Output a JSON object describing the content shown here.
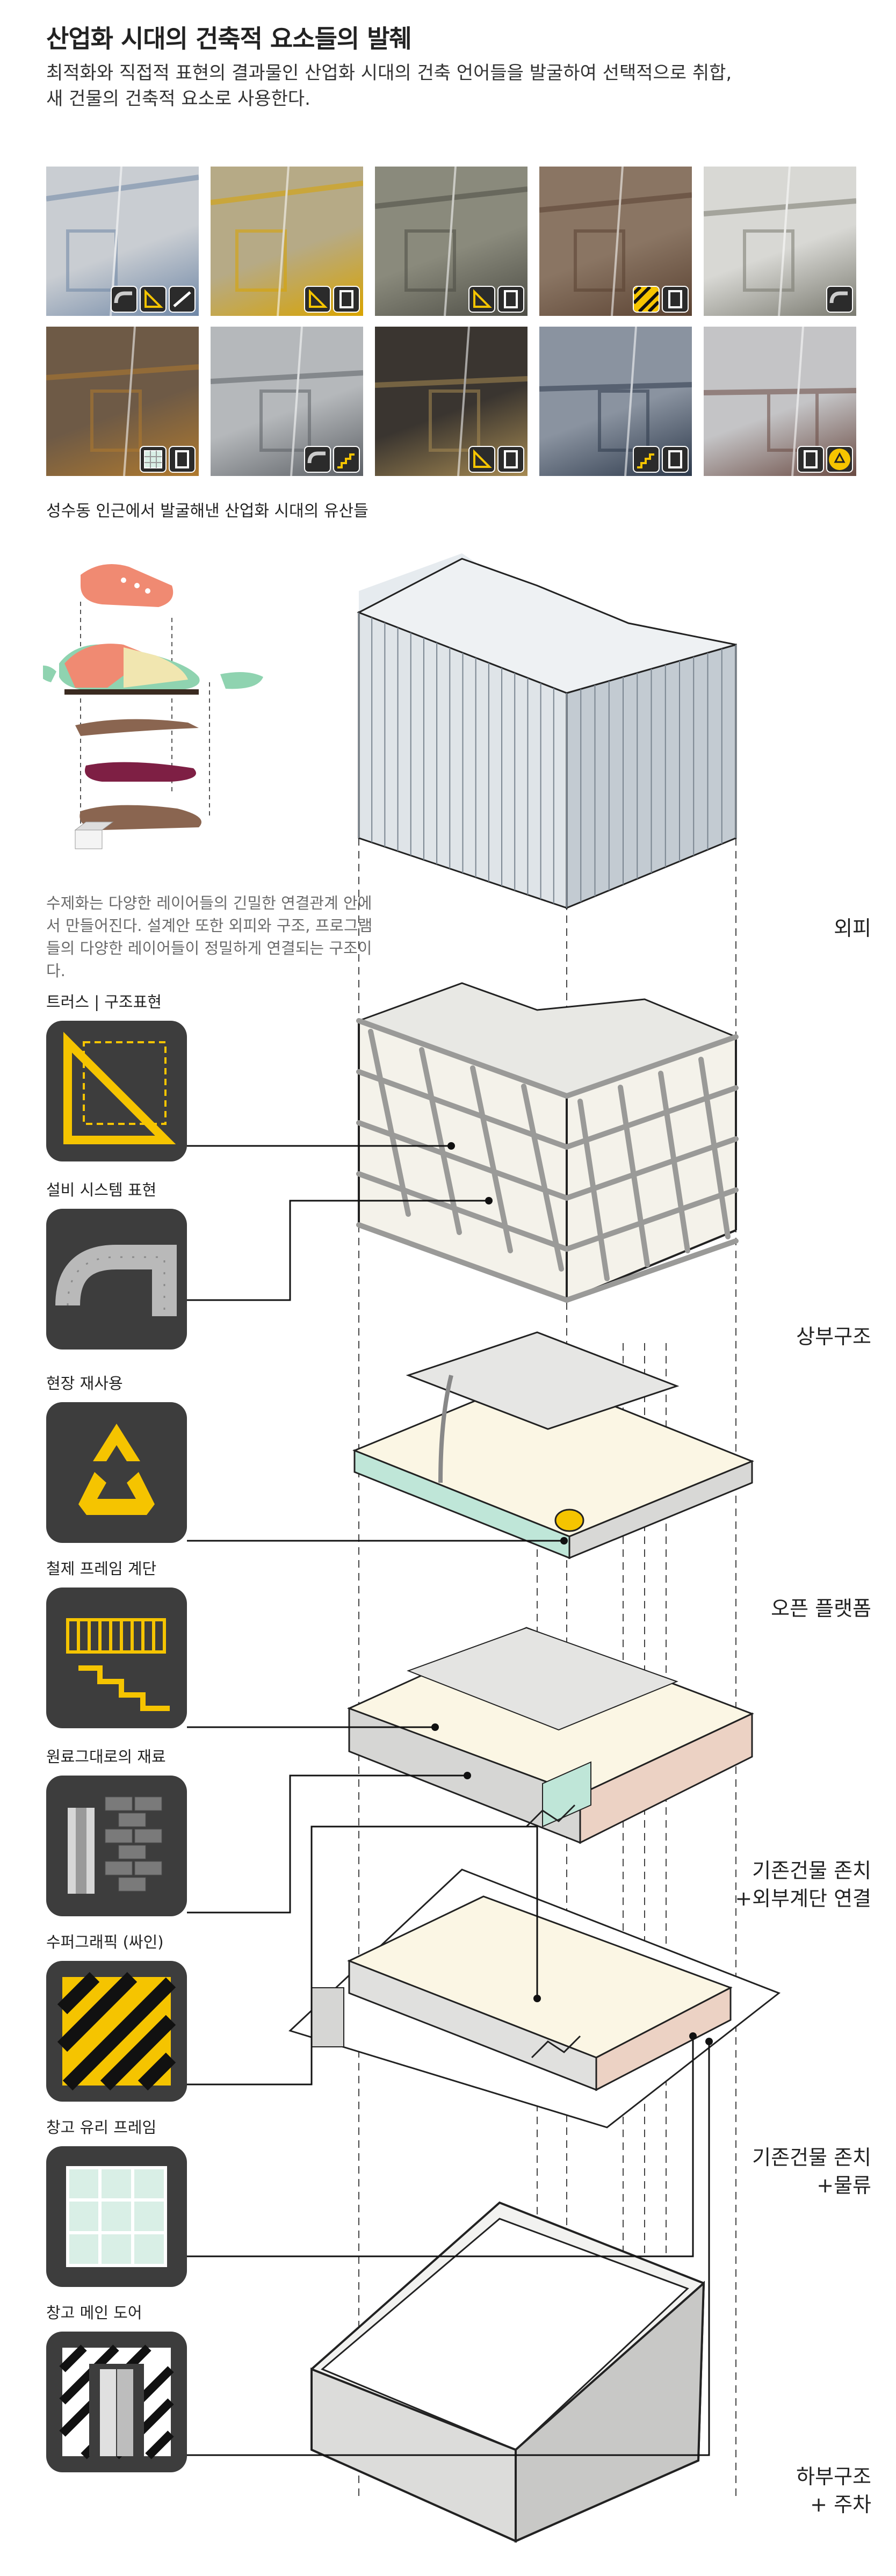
{
  "header": {
    "title": "산업화 시대의 건축적 요소들의 발췌",
    "subtitle_line1": "최적화와 직접적 표현의 결과물인 산업화 시대의 건축 언어들을 발굴하여 선택적으로 취합,",
    "subtitle_line2": "새 건물의 건축적 요소로 사용한다."
  },
  "photo_grid": {
    "caption": "성수동 인근에서 발굴해낸 산업화 시대의 유산들",
    "photos": [
      {
        "bg": "#c9cdd2",
        "accent": "#6f87a6",
        "icons": [
          "duct",
          "truss",
          "door"
        ]
      },
      {
        "bg": "#b6aa86",
        "accent": "#d9a400",
        "icons": [
          "truss",
          "frame"
        ]
      },
      {
        "bg": "#8a8a7c",
        "accent": "#4d4d45",
        "icons": [
          "truss",
          "frame"
        ]
      },
      {
        "bg": "#8a7563",
        "accent": "#5a4232",
        "icons": [
          "stripe",
          "frame"
        ]
      },
      {
        "bg": "#d8d8d4",
        "accent": "#7a7a70",
        "icons": [
          "duct"
        ]
      },
      {
        "bg": "#6e5a46",
        "accent": "#b07a2e",
        "icons": [
          "glass",
          "frame"
        ]
      },
      {
        "bg": "#b5b8bb",
        "accent": "#5d6166",
        "icons": [
          "duct",
          "stair"
        ]
      },
      {
        "bg": "#3a3530",
        "accent": "#a68a52",
        "icons": [
          "truss",
          "frame"
        ]
      },
      {
        "bg": "#8a93a0",
        "accent": "#2e3a4c",
        "icons": [
          "stair",
          "frame"
        ]
      },
      {
        "bg": "#c4c4c6",
        "accent": "#6a4a42",
        "icons": [
          "frame",
          "recycle"
        ]
      }
    ]
  },
  "diagram": {
    "description": "수제화는 다양한 레이어들의 긴밀한 연결관계 안에서 만들어진다. 설계안 또한 외피와 구조, 프로그램들의 다양한 레이어들이 정밀하게 연결되는 구조이다."
  },
  "elements": [
    {
      "label": "트러스 | 구조표현",
      "icon": "truss-icon"
    },
    {
      "label": "설비 시스템 표현",
      "icon": "duct-icon"
    },
    {
      "label": "현장 재사용",
      "icon": "recycle-icon"
    },
    {
      "label": "철제 프레임 계단",
      "icon": "stair-icon"
    },
    {
      "label": "원료그대로의  재료",
      "icon": "raw-material-icon"
    },
    {
      "label": "수퍼그래픽 (싸인)",
      "icon": "supergraphic-icon"
    },
    {
      "label": "창고 유리 프레임",
      "icon": "glass-frame-icon"
    },
    {
      "label": "창고 메인 도어",
      "icon": "main-door-icon"
    }
  ],
  "layers": [
    {
      "line1": "외피",
      "line2": ""
    },
    {
      "line1": "상부구조",
      "line2": ""
    },
    {
      "line1": "오픈 플랫폼",
      "line2": ""
    },
    {
      "line1": "기존건물 존치",
      "line2": "+외부계단 연결"
    },
    {
      "line1": "기존건물 존치",
      "line2": "+물류"
    },
    {
      "line1": "하부구조",
      "line2": "+ 주차"
    }
  ],
  "colors": {
    "accent_yellow": "#f5c400",
    "icon_bg": "#3d3d3d",
    "shoe_salmon": "#f08a72",
    "shoe_mint": "#8fd3b0",
    "shoe_cream": "#f1e6b0",
    "shoe_burgundy": "#7e1f44",
    "shoe_brown": "#8a6550",
    "glass_green": "#bfe6d8",
    "floor_cream": "#fbf6e4",
    "brick_pink": "#ecd2c4"
  }
}
